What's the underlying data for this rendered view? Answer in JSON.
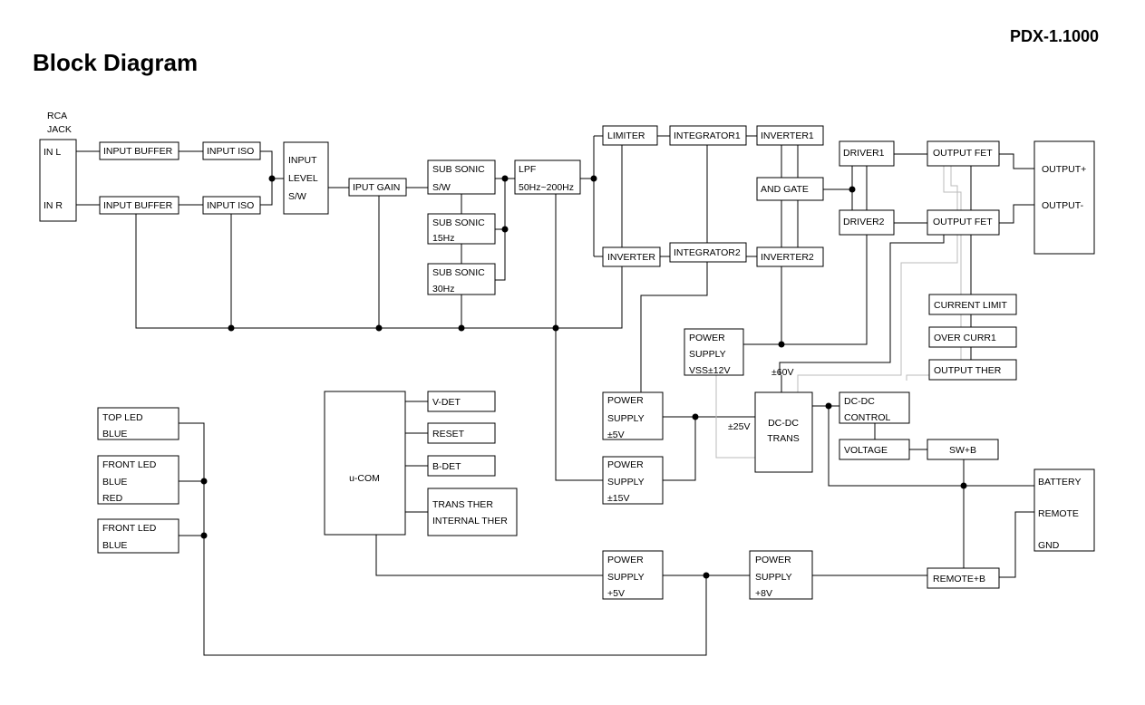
{
  "page": {
    "title": "Block Diagram",
    "model": "PDX-1.1000"
  },
  "blocks": {
    "rca": [
      "RCA",
      "JACK"
    ],
    "jack": [
      "IN L",
      "IN R"
    ],
    "inbuf1": [
      "INPUT BUFFER"
    ],
    "inbuf2": [
      "INPUT BUFFER"
    ],
    "iniso1": [
      "INPUT ISO"
    ],
    "iniso2": [
      "INPUT ISO"
    ],
    "inlevel": [
      "INPUT",
      "LEVEL",
      "S/W"
    ],
    "iputgain": [
      "IPUT GAIN"
    ],
    "subsonic_sw": [
      "SUB SONIC",
      "S/W"
    ],
    "subsonic15": [
      "SUB SONIC",
      "15Hz"
    ],
    "subsonic30": [
      "SUB SONIC",
      "30Hz"
    ],
    "lpf": [
      "LPF",
      "50Hz~200Hz"
    ],
    "limiter": [
      "LIMITER"
    ],
    "inverter": [
      "INVERTER"
    ],
    "integrator1": [
      "INTEGRATOR1"
    ],
    "integrator2": [
      "INTEGRATOR2"
    ],
    "inverter1": [
      "INVERTER1"
    ],
    "inverter2": [
      "INVERTER2"
    ],
    "andgate": [
      "AND GATE"
    ],
    "driver1": [
      "DRIVER1"
    ],
    "driver2": [
      "DRIVER2"
    ],
    "outfet1": [
      "OUTPUT FET"
    ],
    "outfet2": [
      "OUTPUT FET"
    ],
    "output": [
      "OUTPUT+",
      "OUTPUT-"
    ],
    "currlimit": [
      "CURRENT LIMIT"
    ],
    "overcurr": [
      "OVER CURR1"
    ],
    "outther": [
      "OUTPUT THER"
    ],
    "ps_vss": [
      "POWER",
      "SUPPLY",
      "VSS±12V"
    ],
    "ps5a": [
      "POWER",
      "SUPPLY",
      "±5V"
    ],
    "ps15": [
      "POWER",
      "SUPPLY",
      "±15V"
    ],
    "dcdctrans": [
      "DC-DC",
      "TRANS"
    ],
    "dcdcctrl": [
      "DC-DC",
      "CONTROL"
    ],
    "voltage": [
      "VOLTAGE"
    ],
    "swb": [
      "SW+B"
    ],
    "battery": [
      "BATTERY",
      "REMOTE",
      "GND"
    ],
    "ucom": [
      "u-COM"
    ],
    "vdet": [
      "V-DET"
    ],
    "reset": [
      "RESET"
    ],
    "bdet": [
      "B-DET"
    ],
    "transther": [
      "TRANS THER",
      "INTERNAL THER"
    ],
    "topled": [
      "TOP LED",
      "BLUE"
    ],
    "frontled1": [
      "FRONT LED",
      "BLUE",
      "RED"
    ],
    "frontled2": [
      "FRONT LED",
      "BLUE"
    ],
    "ps5b": [
      "POWER",
      "SUPPLY",
      "+5V"
    ],
    "ps8": [
      "POWER",
      "SUPPLY",
      "+8V"
    ],
    "remoteb": [
      "REMOTE+B"
    ]
  },
  "labels": {
    "v60": "±60V",
    "v25": "±25V"
  }
}
